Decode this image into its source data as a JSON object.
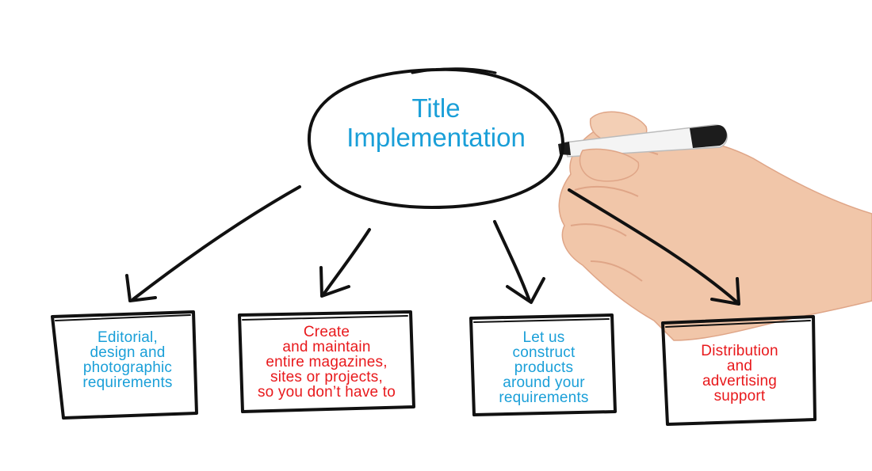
{
  "colors": {
    "ink": "#111111",
    "blue": "#1a9fd8",
    "red": "#e8191c",
    "skin": "#f1c6a9",
    "skin_shadow": "#dfa587",
    "marker": "#f4f4f4"
  },
  "hub": {
    "lines": [
      "Title",
      "Implementation"
    ],
    "color": "blue"
  },
  "nodes": [
    {
      "id": "editorial",
      "color": "blue",
      "lines": [
        "Editorial,",
        "design and",
        "photographic",
        "requirements"
      ]
    },
    {
      "id": "create",
      "color": "red",
      "lines": [
        "Create",
        "and maintain",
        "entire magazines,",
        "sites or projects,",
        "so you don’t have to"
      ]
    },
    {
      "id": "construct",
      "color": "blue",
      "lines": [
        "Let us",
        "construct",
        "products",
        "around your",
        "requirements"
      ]
    },
    {
      "id": "distribution",
      "color": "red",
      "lines": [
        "Distribution",
        "and",
        "advertising",
        "support"
      ]
    }
  ],
  "hand_icon": "hand-holding-marker-icon"
}
